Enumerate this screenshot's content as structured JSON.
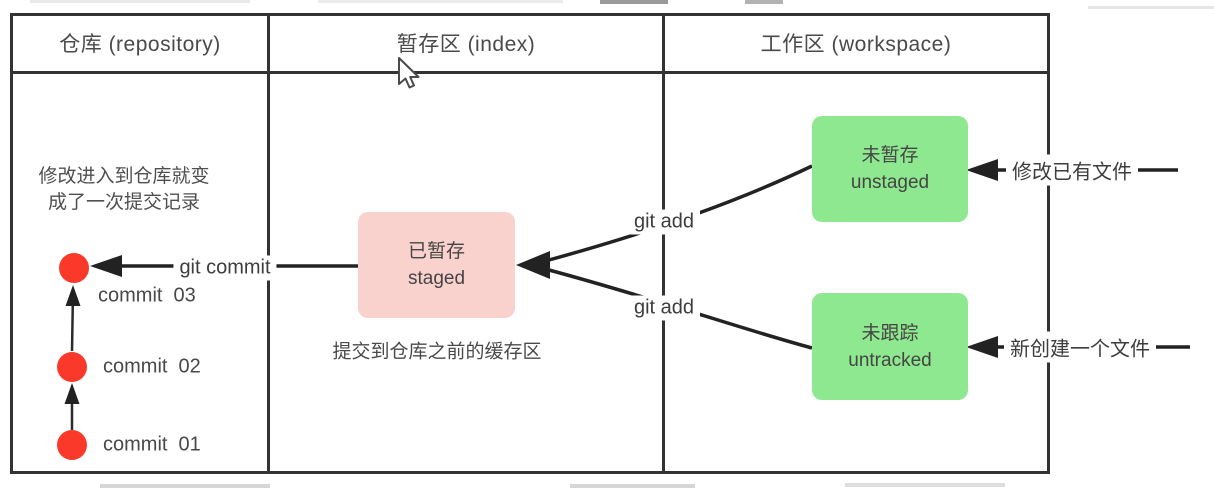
{
  "colors": {
    "red_dot": "#fa392a",
    "pink_box": "#f9d2ce",
    "green_box": "#8ee88f",
    "line": "#222222",
    "border": "#333333",
    "text": "#4a4a4a"
  },
  "table": {
    "columns": [
      {
        "label": "仓库 (repository)"
      },
      {
        "label": "暂存区 (index)"
      },
      {
        "label": "工作区 (workspace)"
      }
    ]
  },
  "repository": {
    "note_line1": "修改进入到仓库就变",
    "note_line2": "成了一次提交记录",
    "commits": [
      {
        "label": "commit  03"
      },
      {
        "label": "commit  02"
      },
      {
        "label": "commit  01"
      }
    ]
  },
  "index": {
    "staged_box": {
      "title": "已暂存",
      "subtitle": "staged"
    },
    "caption": "提交到仓库之前的缓存区"
  },
  "workspace": {
    "unstaged_box": {
      "title": "未暂存",
      "subtitle": "unstaged"
    },
    "untracked_box": {
      "title": "未跟踪",
      "subtitle": "untracked"
    }
  },
  "arrows": {
    "git_commit": "git commit",
    "git_add_upper": "git add",
    "git_add_lower": "git add",
    "modify_existing": "修改已有文件",
    "create_new": "新创建一个文件"
  }
}
